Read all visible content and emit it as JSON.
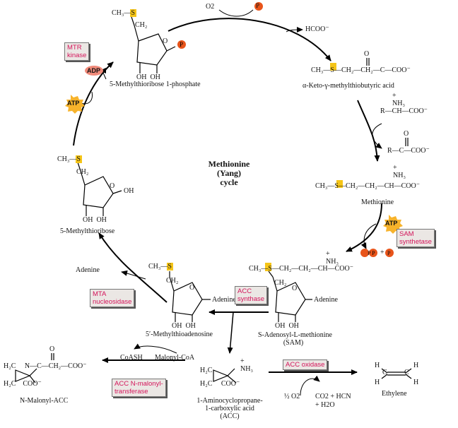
{
  "title": {
    "l1": "Methionine",
    "l2": "(Yang)",
    "l3": "cycle"
  },
  "compounds": {
    "mtr1p": "5-Methylthioribose 1-phosphate",
    "kmtb": "α-Keto-γ-methylthiobutyric acid",
    "met": "Methionine",
    "mtr": "5-Methylthioribose",
    "mta": "5′-Methylthioadenosine",
    "sam1": "S-Adenosyl-L-methionine",
    "sam2": "(SAM)",
    "acc1": "1-Aminocyclopropane-",
    "acc2": "1-carboxylic acid",
    "acc3": "(ACC)",
    "macc": "N-Malonyl-ACC",
    "eth": "Ethylene"
  },
  "enzymes": {
    "mtr_kinase": [
      "MTR",
      "kinase"
    ],
    "sam_synthetase": [
      "SAM",
      "synthetase"
    ],
    "mta_nucleosidase": [
      "MTA",
      "nucleosidase"
    ],
    "acc_synthase": [
      "ACC",
      "synthase"
    ],
    "acc_oxidase": "ACC oxidase",
    "acc_malonyl": [
      "ACC N-malonyl-",
      "transferase"
    ]
  },
  "cofactors": {
    "atp": "ATP",
    "adp": "ADP",
    "o2": "O2",
    "pi": "P",
    "pi_sub": "i",
    "pp": "P",
    "hcoo": "HCOO⁻",
    "adenine": "Adenine",
    "coash": "CoASH",
    "malonyl": "Malonyl-CoA",
    "half_o2": "½ O2",
    "co2": "CO2 + HCN",
    "h2o": "+ H2O",
    "plus": "+"
  },
  "colors": {
    "enzyme_text": "#d4145a",
    "enzyme_box": "#ebe7e4",
    "sulfur": "#f5c518",
    "phosphate": "#e8541a",
    "atp_burst": "#f7b32b",
    "adp": "#f08a7a"
  }
}
